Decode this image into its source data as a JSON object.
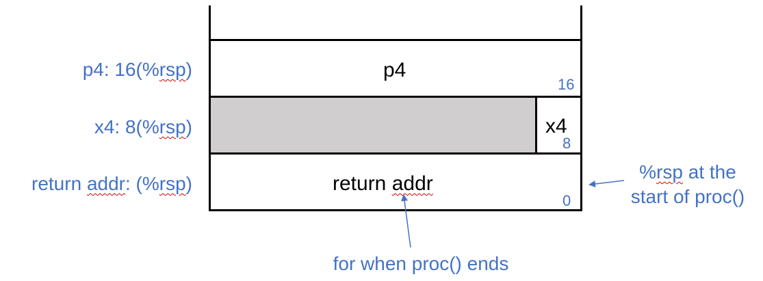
{
  "stack": {
    "slot_p4": {
      "label": "p4",
      "offset": "16"
    },
    "slot_x4": {
      "label": "x4",
      "offset": "8"
    },
    "slot_ret": {
      "label_plain": "return ",
      "label_squiggle": "addr",
      "offset": "0"
    }
  },
  "side_labels": {
    "p4": {
      "plain": "p4: 16(%",
      "squiggle": "rsp",
      "tail": ")"
    },
    "x4": {
      "plain": "x4: 8(%",
      "squiggle": "rsp",
      "tail": ")"
    },
    "ret": {
      "plain1": "return ",
      "squiggle1": "addr",
      "plain2": ": (%",
      "squiggle2": "rsp",
      "tail": ")"
    }
  },
  "annotations": {
    "rsp_start": {
      "line1_plain1": "%",
      "line1_squiggle": "rsp",
      "line1_plain2": " at the",
      "line2": "start of proc()"
    },
    "proc_ends": "for when proc() ends"
  },
  "colors": {
    "accent": "#4472c4",
    "padding_fill": "#d0cece",
    "border": "#000000",
    "spellcheck": "#d00000"
  }
}
